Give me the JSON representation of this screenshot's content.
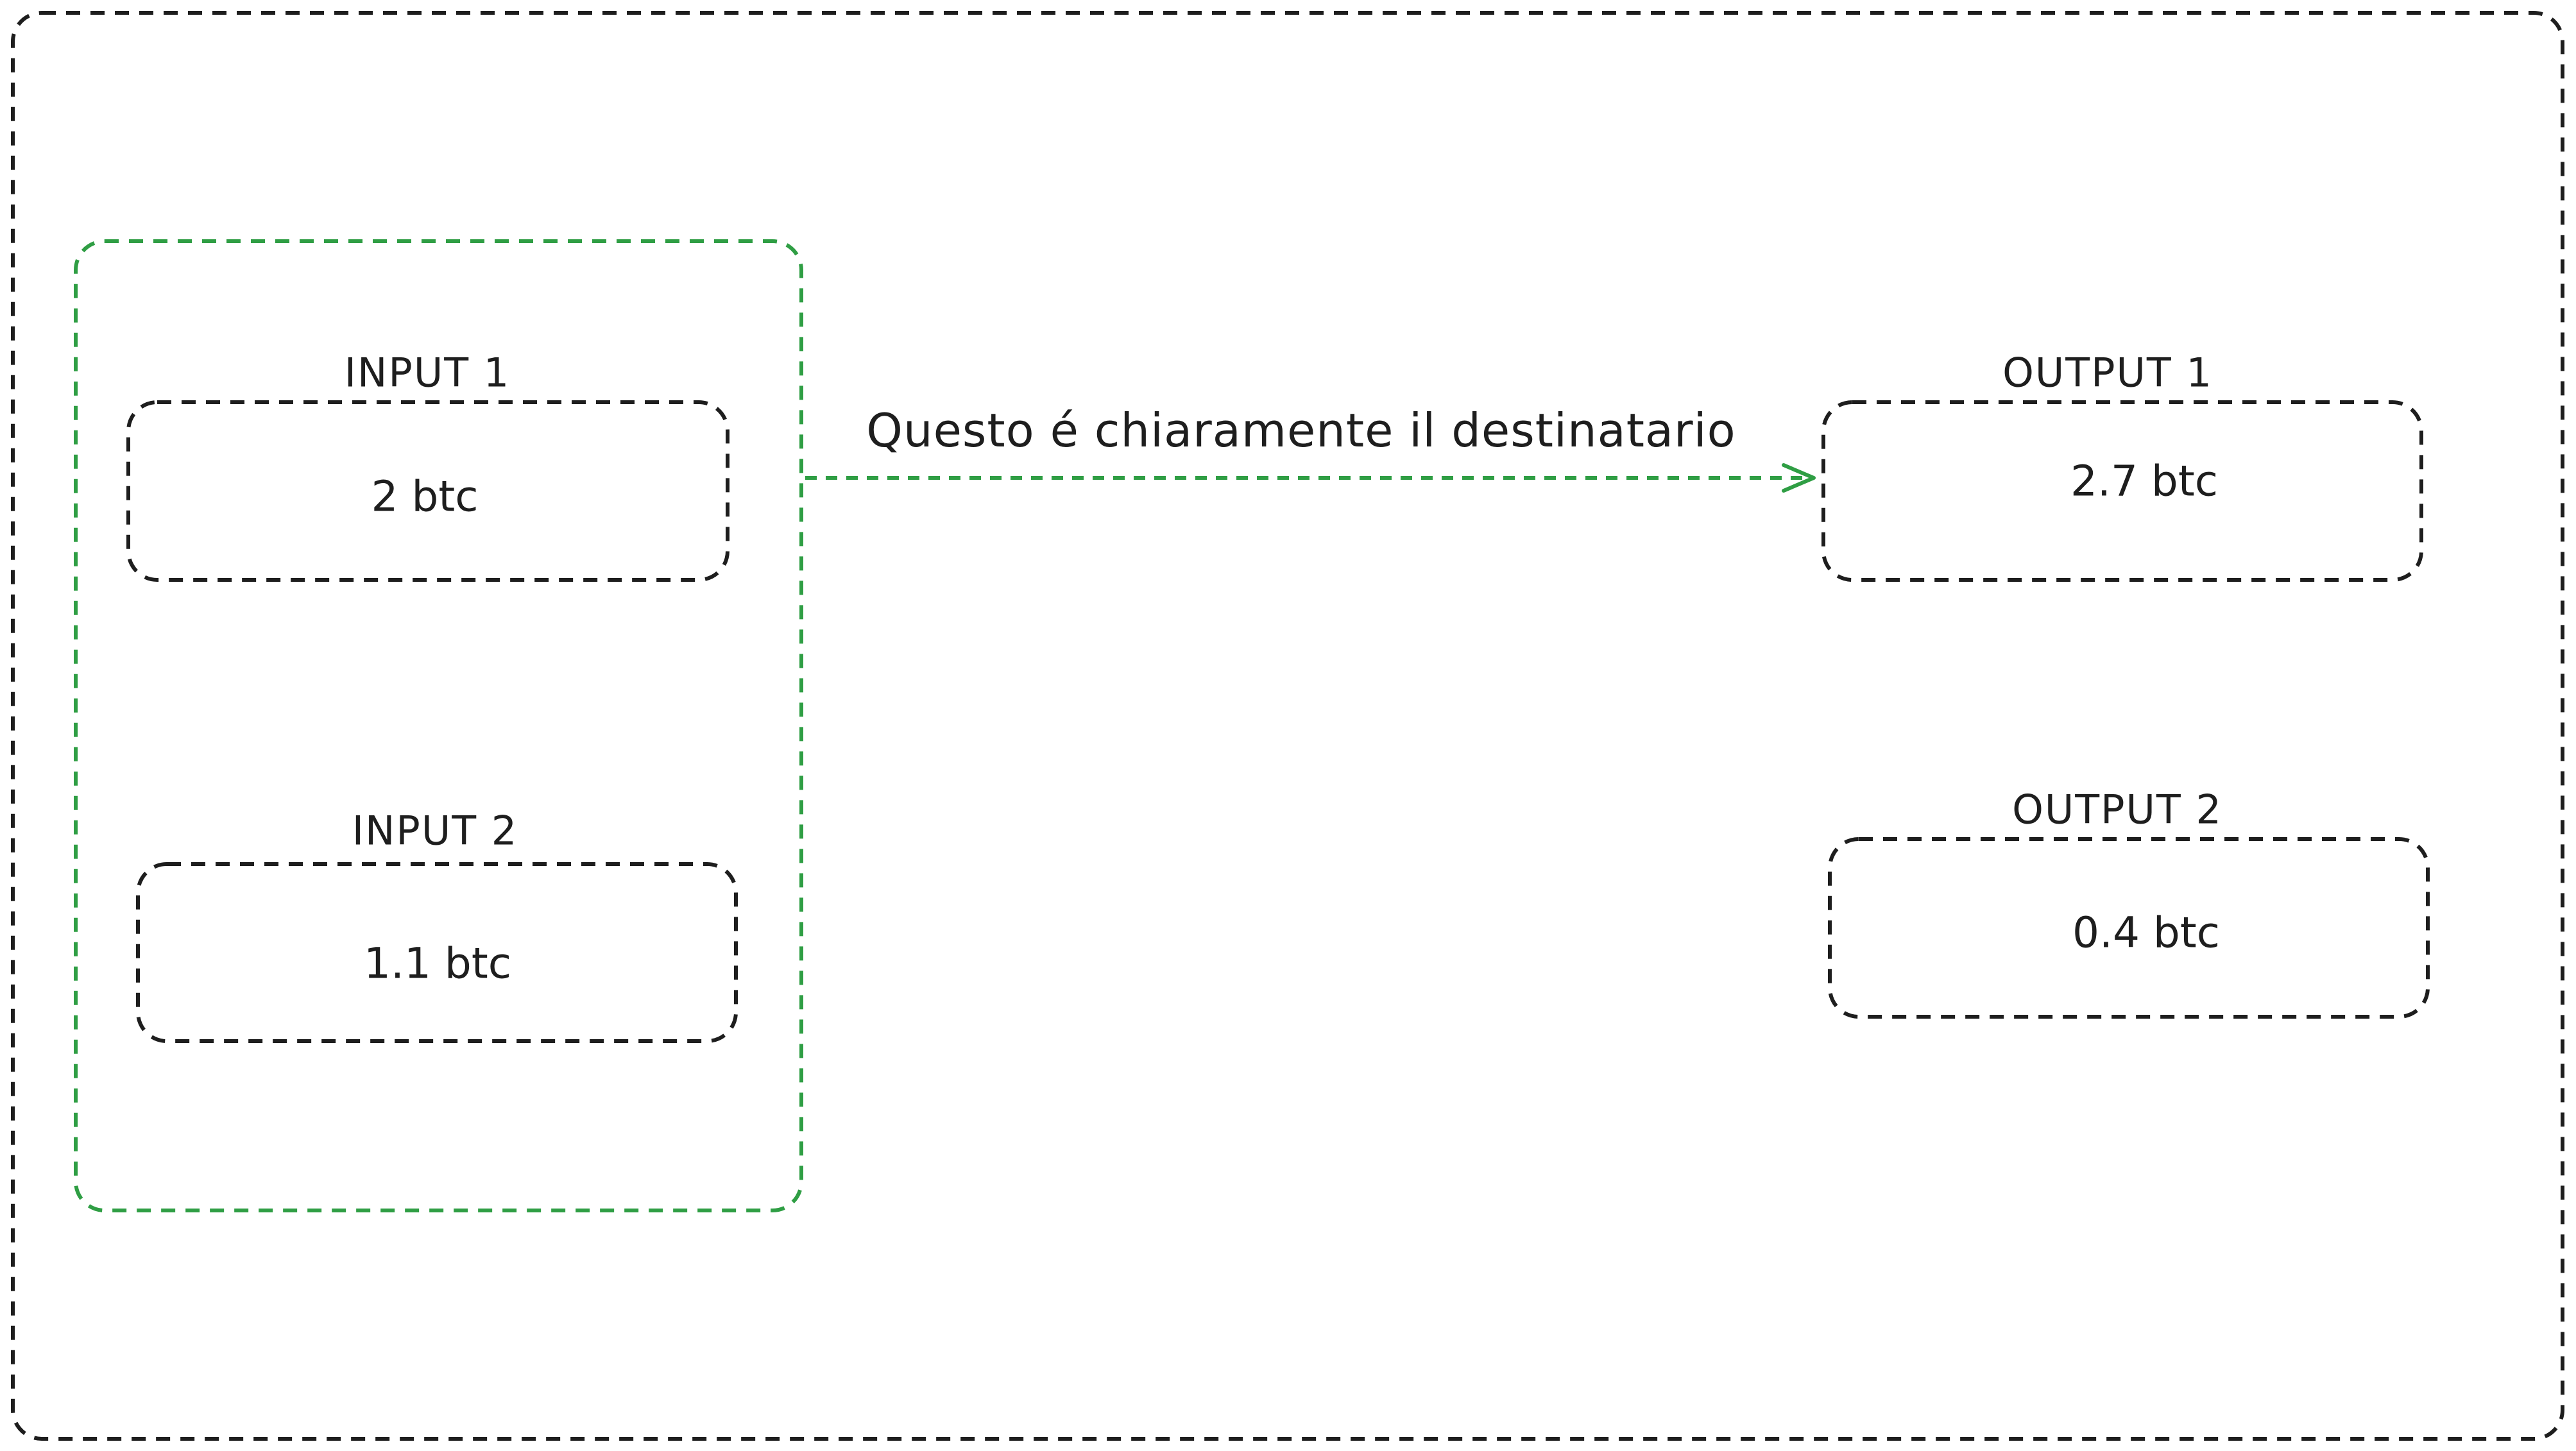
{
  "colors": {
    "stroke": "#1e1e1e",
    "highlight": "#2f9e44"
  },
  "inputs": [
    {
      "title": "INPUT 1",
      "value": "2 btc"
    },
    {
      "title": "INPUT 2",
      "value": "1.1 btc"
    }
  ],
  "outputs": [
    {
      "title": "OUTPUT 1",
      "value": "2.7 btc"
    },
    {
      "title": "OUTPUT 2",
      "value": "0.4 btc"
    }
  ],
  "arrow": {
    "label": "Questo é chiaramente il destinatario"
  }
}
